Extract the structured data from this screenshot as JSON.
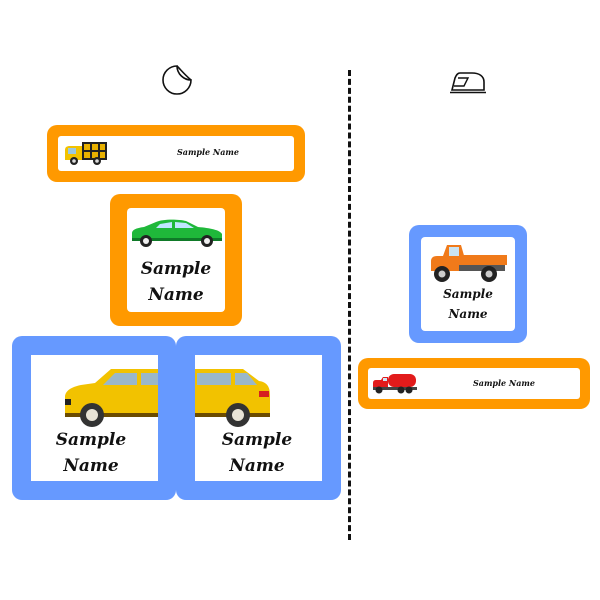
{
  "colors": {
    "orange": "#ff9900",
    "blue": "#6699ff",
    "white": "#ffffff",
    "black": "#111111"
  },
  "icons": {
    "sticker": "sticker-peel-icon",
    "iron": "iron-icon"
  },
  "labels": {
    "sticker_banner": {
      "text": "Sample Name",
      "vehicle": "delivery-truck"
    },
    "sticker_square": {
      "line1": "Sample",
      "line2": "Name",
      "vehicle": "green-sedan"
    },
    "sticker_big_left": {
      "line1": "Sample",
      "line2": "Name",
      "vehicle": "yellow-suv-left"
    },
    "sticker_big_right": {
      "line1": "Sample",
      "line2": "Name",
      "vehicle": "yellow-suv-right"
    },
    "iron_square": {
      "line1": "Sample",
      "line2": "Name",
      "vehicle": "orange-pickup-truck"
    },
    "iron_banner": {
      "text": "Sample Name",
      "vehicle": "red-tanker-truck"
    }
  }
}
